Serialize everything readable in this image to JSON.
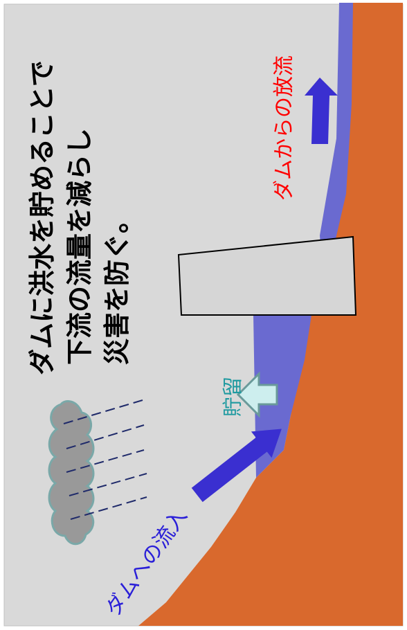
{
  "headline": {
    "line1": "ダムに洪水を貯めることで",
    "line2": "下流の流量を減らし",
    "line3": "災害を防ぐ。"
  },
  "labels": {
    "outflow": "ダムからの放流",
    "inflow": "ダムへの流入",
    "storage": "貯留"
  },
  "colors": {
    "background": "#d9d9d9",
    "ground": "#d9692d",
    "water": "#6a6ad0",
    "inflow_arrow": "#3a2fd0",
    "outflow_arrow": "#3a2fd0",
    "storage_arrow_fill": "#cdeeee",
    "storage_arrow_stroke": "#6a9a9a",
    "outflow_label": "#ff0000",
    "inflow_label": "#2a1fd8",
    "storage_label": "#1f9aa0",
    "cloud": "#999999",
    "cloud_outline": "#7aa8a8",
    "rain": "#1f2a6a",
    "dam": "#d6d6d6"
  },
  "icons": {
    "cloud": "rain-cloud-icon",
    "inflow_arrow": "arrow-icon",
    "outflow_arrow": "arrow-icon",
    "storage_arrow": "arrow-icon"
  }
}
